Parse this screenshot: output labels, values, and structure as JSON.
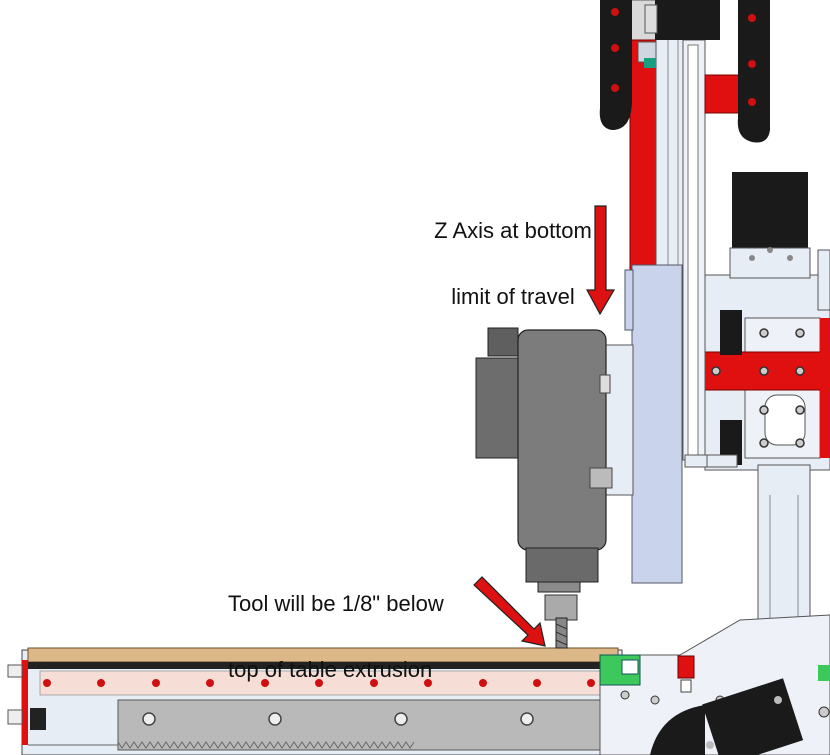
{
  "annotations": {
    "z_axis": {
      "line1": "Z Axis at bottom",
      "line2": "limit of travel"
    },
    "tool": {
      "line1": "Tool will be 1/8\" below",
      "line2": "top of table extrusion"
    }
  },
  "colors": {
    "machine_red": "#e01010",
    "arrow_red": "#dd1111",
    "plate_blue": "#c9d3ec",
    "motor_black": "#1a1a1a",
    "spindle_gray": "#7c7c7c",
    "wood": "#dcb889",
    "rail_pink": "#f6ddd6",
    "rack_gray": "#b9b9b9",
    "frame_light": "#e6edf5"
  },
  "icons": [
    "down-arrow-icon",
    "diagonal-arrow-icon"
  ]
}
